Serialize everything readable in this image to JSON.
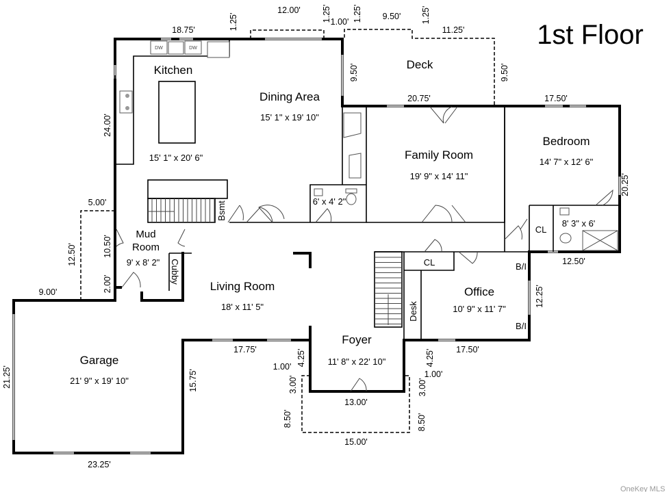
{
  "title": "1st Floor",
  "watermark": "OneKey MLS",
  "rooms": {
    "kitchen": {
      "name": "Kitchen",
      "size": "15' 1\" x 20' 6\""
    },
    "dining": {
      "name": "Dining Area",
      "size": "15' 1\" x 19' 10\""
    },
    "deck": {
      "name": "Deck"
    },
    "family": {
      "name": "Family Room",
      "size": "19' 9\" x 14' 11\""
    },
    "bedroom": {
      "name": "Bedroom",
      "size": "14' 7\" x 12' 6\""
    },
    "half_bath": {
      "size": "6' x 4' 2\""
    },
    "bsmt": {
      "name": "Bsmt"
    },
    "mud": {
      "name_1": "Mud",
      "name_2": "Room",
      "size": "9' x 8' 2\""
    },
    "cubby": {
      "name": "Cubby"
    },
    "living": {
      "name": "Living Room",
      "size": "18' x 11' 5\""
    },
    "hall_closet": {
      "name": "CL"
    },
    "bed_closet": {
      "name": "CL"
    },
    "bath": {
      "size": "8' 3\" x 6'"
    },
    "builtin_1": {
      "name": "B/I"
    },
    "builtin_2": {
      "name": "B/I"
    },
    "desk": {
      "name": "Desk"
    },
    "office": {
      "name": "Office",
      "size": "10' 9\" x 11' 7\""
    },
    "foyer": {
      "name": "Foyer",
      "size": "11' 8\" x 22' 10\""
    },
    "garage": {
      "name": "Garage",
      "size": "21' 9\" x 19' 10\""
    }
  },
  "appliances": {
    "dw1": "DW",
    "dw2": "DW"
  },
  "dimensions": {
    "d1": "18.75'",
    "d2": "1.25'",
    "d3": "12.00'",
    "d4": "1.25'",
    "d5": "1.00'",
    "d6": "1.25'",
    "d7": "9.50'",
    "d8": "1.25'",
    "d9": "11.25'",
    "d10": "9.50'",
    "d11": "9.50'",
    "d12": "20.75'",
    "d13": "17.50'",
    "d14": "24.00'",
    "d15": "20.25'",
    "d16": "5.00'",
    "d17": "12.50'",
    "d18": "10.50'",
    "d19": "2.00'",
    "d20": "9.00'",
    "d21": "12.50'",
    "d22": "12.25'",
    "d23": "21.25'",
    "d24": "15.75'",
    "d25": "17.75'",
    "d26": "4.25'",
    "d27": "1.00'",
    "d28": "3.00'",
    "d29": "8.50'",
    "d30": "13.00'",
    "d31": "15.00'",
    "d32": "4.25'",
    "d33": "1.00'",
    "d34": "3.00'",
    "d35": "8.50'",
    "d36": "17.50'",
    "d37": "23.25'"
  }
}
